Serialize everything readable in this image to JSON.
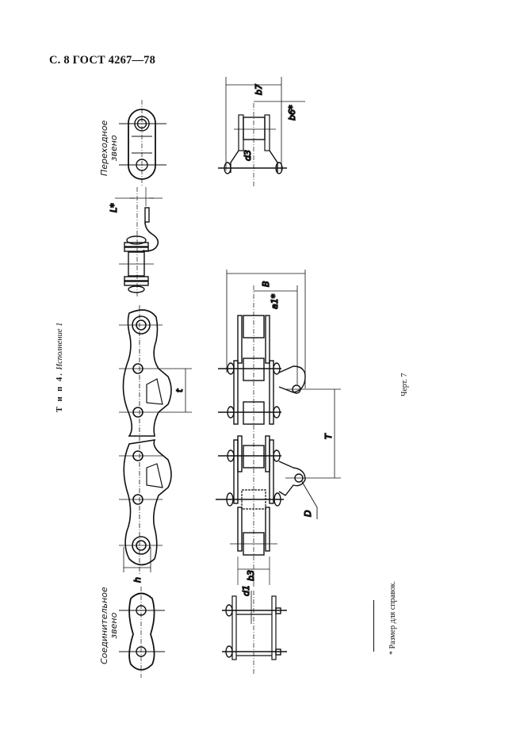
{
  "header": {
    "title": "С. 8 ГОСТ 4267—78"
  },
  "figure": {
    "type_label_prefix": "Т и п 4.",
    "type_label_variant": "Исполнение 1",
    "caption": "Черт. 7",
    "footnote": "* Размер для справок."
  },
  "links": {
    "transitional": [
      "Переходное",
      "звено"
    ],
    "connecting": [
      "Соединительное",
      "звено"
    ]
  },
  "dimensions": {
    "L": "L*",
    "t": "t",
    "h": "h",
    "b7": "b7",
    "b6": "b6*",
    "d3": "d3",
    "B": "B",
    "a1": "a1*",
    "T": "T",
    "D": "D",
    "b3": "b3",
    "d1": "d1"
  },
  "colors": {
    "ink": "#111111",
    "paper": "#ffffff"
  }
}
